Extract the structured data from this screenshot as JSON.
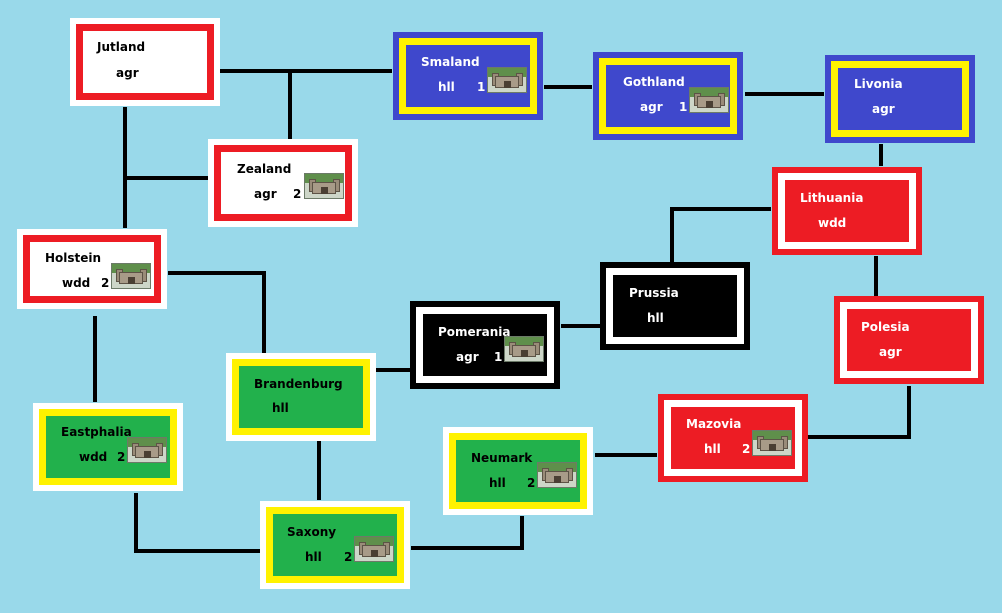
{
  "colors": {
    "background": "#99d9ea",
    "white": "#ffffff",
    "red": "#ed1c24",
    "blue": "#3f48cc",
    "yellow": "#fff200",
    "green": "#22b14c",
    "black": "#000000"
  },
  "regions": [
    {
      "id": "jutland",
      "name": "Jutland",
      "terrain": "agr",
      "count": "",
      "castle": false,
      "scheme": "white-red"
    },
    {
      "id": "zealand",
      "name": "Zealand",
      "terrain": "agr",
      "count": "2",
      "castle": true,
      "scheme": "white-red"
    },
    {
      "id": "holstein",
      "name": "Holstein",
      "terrain": "wdd",
      "count": "2",
      "castle": true,
      "scheme": "white-red"
    },
    {
      "id": "smaland",
      "name": "Smaland",
      "terrain": "hll",
      "count": "1",
      "castle": true,
      "scheme": "blue-yellow"
    },
    {
      "id": "gothland",
      "name": "Gothland",
      "terrain": "agr",
      "count": "1",
      "castle": true,
      "scheme": "blue-yellow"
    },
    {
      "id": "livonia",
      "name": "Livonia",
      "terrain": "agr",
      "count": "",
      "castle": false,
      "scheme": "blue-yellow"
    },
    {
      "id": "lithuania",
      "name": "Lithuania",
      "terrain": "wdd",
      "count": "",
      "castle": false,
      "scheme": "red-white"
    },
    {
      "id": "polesia",
      "name": "Polesia",
      "terrain": "agr",
      "count": "",
      "castle": false,
      "scheme": "red-white"
    },
    {
      "id": "mazovia",
      "name": "Mazovia",
      "terrain": "hll",
      "count": "2",
      "castle": true,
      "scheme": "red-white"
    },
    {
      "id": "prussia",
      "name": "Prussia",
      "terrain": "hll",
      "count": "",
      "castle": false,
      "scheme": "black-white"
    },
    {
      "id": "pomerania",
      "name": "Pomerania",
      "terrain": "agr",
      "count": "1",
      "castle": true,
      "scheme": "black-white"
    },
    {
      "id": "brandenburg",
      "name": "Brandenburg",
      "terrain": "hll",
      "count": "",
      "castle": false,
      "scheme": "green-yellow"
    },
    {
      "id": "eastphalia",
      "name": "Eastphalia",
      "terrain": "wdd",
      "count": "2",
      "castle": true,
      "scheme": "green-yellow"
    },
    {
      "id": "saxony",
      "name": "Saxony",
      "terrain": "hll",
      "count": "2",
      "castle": true,
      "scheme": "green-yellow"
    },
    {
      "id": "neumark",
      "name": "Neumark",
      "terrain": "hll",
      "count": "2",
      "castle": true,
      "scheme": "green-yellow"
    }
  ]
}
